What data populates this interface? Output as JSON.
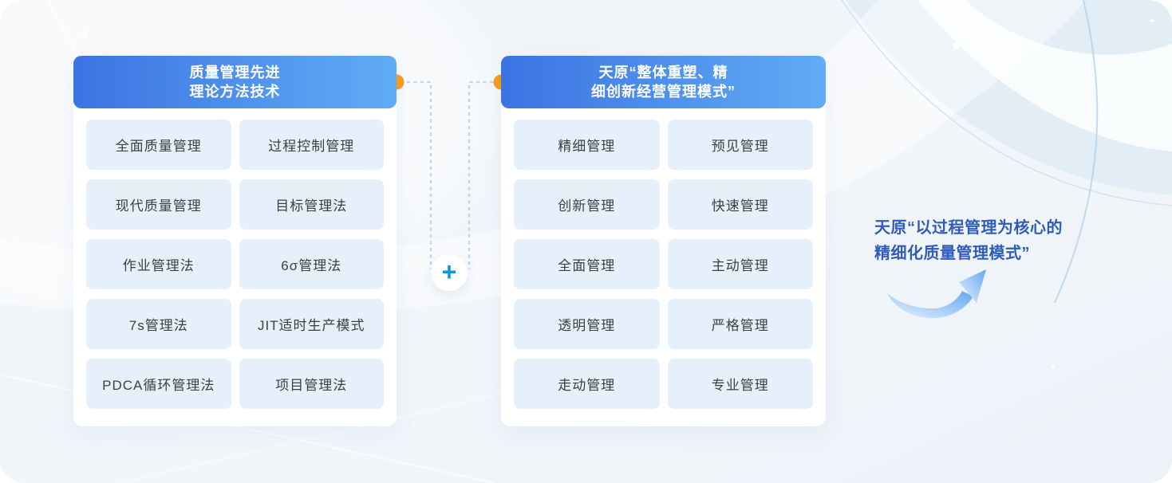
{
  "colors": {
    "canvas_bg": "#EEF2F7",
    "card_bg": "#FFFFFF",
    "header_gradient_start": "#3B74E3",
    "header_gradient_end": "#61ACF5",
    "header_text": "#FFFFFF",
    "tile_bg": "#E6F0FB",
    "tile_text": "#3C4046",
    "connector_dot": "#F59C17",
    "connector_dash": "#BCD7F2",
    "plus_icon": "#0E93DE",
    "plus_circle_bg": "#FFFFFF",
    "result_text": "#2E5CB8",
    "arrow_start": "#EAF2FC",
    "arrow_end": "#63A7F3"
  },
  "left_panel": {
    "header": {
      "line1": "质量管理先进",
      "line2": "理论方法技术"
    },
    "items": [
      "全面质量管理",
      "过程控制管理",
      "现代质量管理",
      "目标管理法",
      "作业管理法",
      "6σ管理法",
      "7s管理法",
      "JIT适时生产模式",
      "PDCA循环管理法",
      "项目管理法"
    ]
  },
  "right_panel": {
    "header": {
      "line1": "天原“整体重塑、精",
      "line2": "细创新经营管理模式”"
    },
    "items": [
      "精细管理",
      "预见管理",
      "创新管理",
      "快速管理",
      "全面管理",
      "主动管理",
      "透明管理",
      "严格管理",
      "走动管理",
      "专业管理"
    ]
  },
  "connector": {
    "plus_symbol": "+"
  },
  "result": {
    "line1": "天原“以过程管理为核心的",
    "line2": "精细化质量管理模式”"
  }
}
